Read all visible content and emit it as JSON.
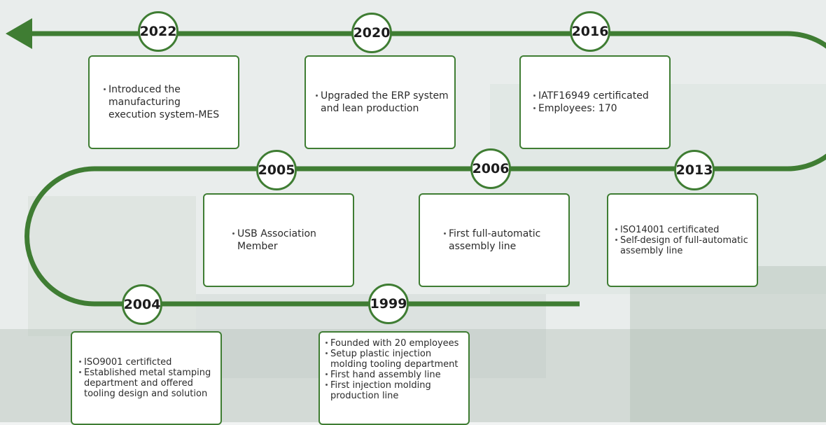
{
  "colors": {
    "track": "#3f7d33",
    "card_border": "#3f7d33",
    "background": "#e7ebea"
  },
  "milestones": [
    {
      "id": "2022",
      "year": "2022",
      "items": [
        "Introduced the manufacturing execution system-MES"
      ]
    },
    {
      "id": "2020",
      "year": "2020",
      "items": [
        "Upgraded the ERP system and lean production"
      ]
    },
    {
      "id": "2016",
      "year": "2016",
      "items": [
        "IATF16949 certificated",
        "Employees: 170"
      ]
    },
    {
      "id": "2005",
      "year": "2005",
      "items": [
        "USB Association Member"
      ]
    },
    {
      "id": "2006",
      "year": "2006",
      "items": [
        "First full-automatic assembly line"
      ]
    },
    {
      "id": "2013",
      "year": "2013",
      "items": [
        "lSO14001 certificated",
        "Self-design of full-automatic assembly line"
      ]
    },
    {
      "id": "2004",
      "year": "2004",
      "items": [
        "ISO9001 certificted",
        "Established metal stamping department and offered tooling design and solution"
      ]
    },
    {
      "id": "1999",
      "year": "1999",
      "items": [
        "Founded with 20 employees",
        "Setup plastic injection molding tooling department",
        "First hand assembly line",
        "First injection molding production line"
      ]
    }
  ]
}
